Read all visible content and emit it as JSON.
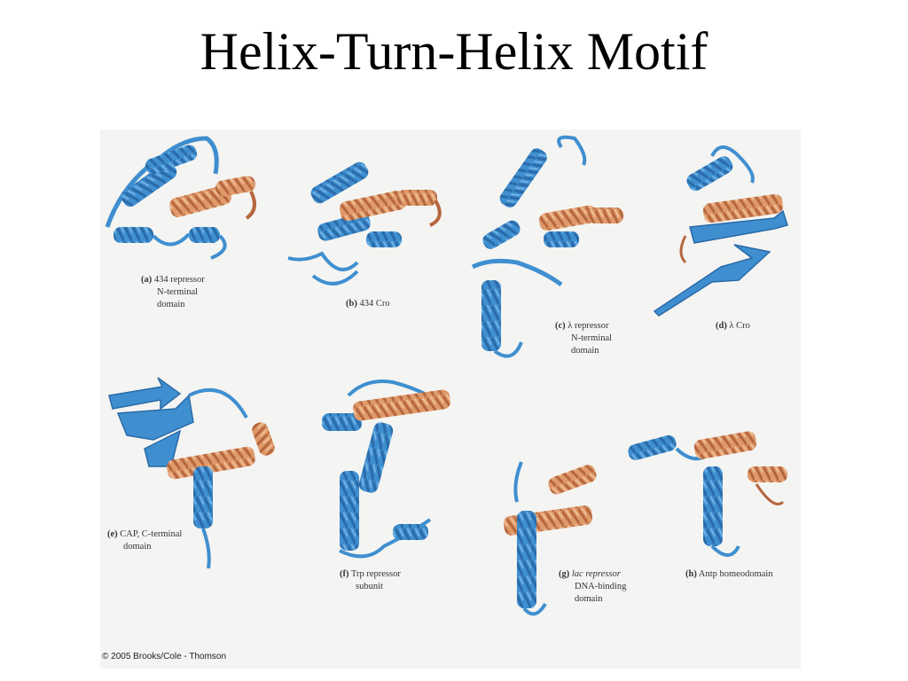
{
  "slide": {
    "title": "Helix-Turn-Helix Motif"
  },
  "colors": {
    "helix_blue": "#3f8fd0",
    "helix_blue_dark": "#2a6aa8",
    "hth_orange": "#e09a6a",
    "hth_orange_dark": "#b5663e",
    "panel_bg": "#f4f4f2"
  },
  "figure": {
    "panels": [
      {
        "letter": "(a)",
        "lines": [
          "434 repressor",
          "N-terminal",
          "domain"
        ]
      },
      {
        "letter": "(b)",
        "lines": [
          "434 Cro"
        ]
      },
      {
        "letter": "(c)",
        "lines": [
          "λ repressor",
          "N-terminal",
          "domain"
        ]
      },
      {
        "letter": "(d)",
        "lines": [
          "λ Cro"
        ]
      },
      {
        "letter": "(e)",
        "lines": [
          "CAP, C-terminal",
          "domain"
        ]
      },
      {
        "letter": "(f)",
        "lines": [
          "Trp repressor",
          "subunit"
        ]
      },
      {
        "letter": "(g)",
        "lines": [
          "lac repressor",
          "DNA-binding",
          "domain"
        ]
      },
      {
        "letter": "(h)",
        "lines": [
          "Antp homeodomain"
        ]
      }
    ],
    "copyright": "© 2005 Brooks/Cole - Thomson"
  }
}
